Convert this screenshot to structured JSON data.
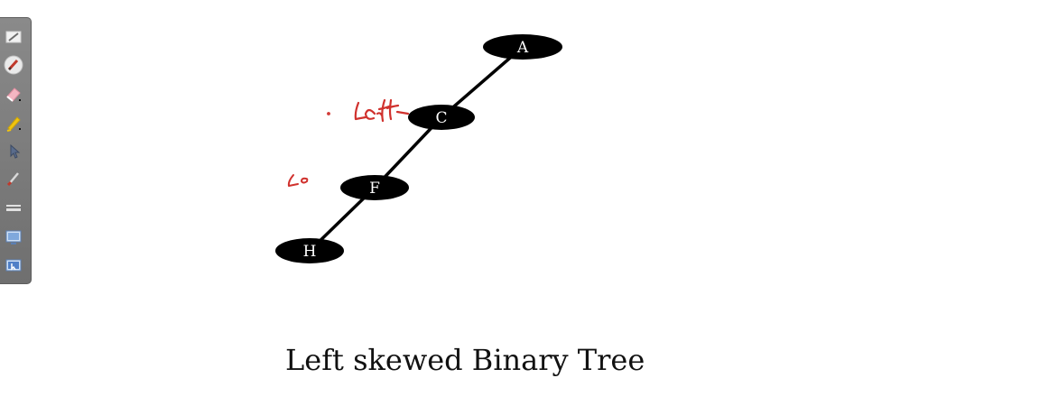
{
  "toolbar": {
    "tools": [
      {
        "icon": "ruler-icon"
      },
      {
        "icon": "pen-color-icon"
      },
      {
        "icon": "eraser-icon"
      },
      {
        "icon": "highlighter-icon"
      },
      {
        "icon": "pointer-icon"
      },
      {
        "icon": "brush-icon"
      },
      {
        "icon": "line-width-icon"
      },
      {
        "icon": "screen-icon"
      },
      {
        "icon": "screen-select-icon"
      }
    ]
  },
  "tree": {
    "nodes": [
      {
        "id": "A",
        "label": "A"
      },
      {
        "id": "C",
        "label": "C"
      },
      {
        "id": "F",
        "label": "F"
      },
      {
        "id": "H",
        "label": "H"
      }
    ],
    "edges": [
      [
        "A",
        "C"
      ],
      [
        "C",
        "F"
      ],
      [
        "F",
        "H"
      ]
    ],
    "node_color": "#000000",
    "edge_color": "#000000"
  },
  "annotations": {
    "ink_color": "#d0312d",
    "notes": [
      "Left",
      "Lo"
    ]
  },
  "caption": "Left skewed Binary Tree"
}
